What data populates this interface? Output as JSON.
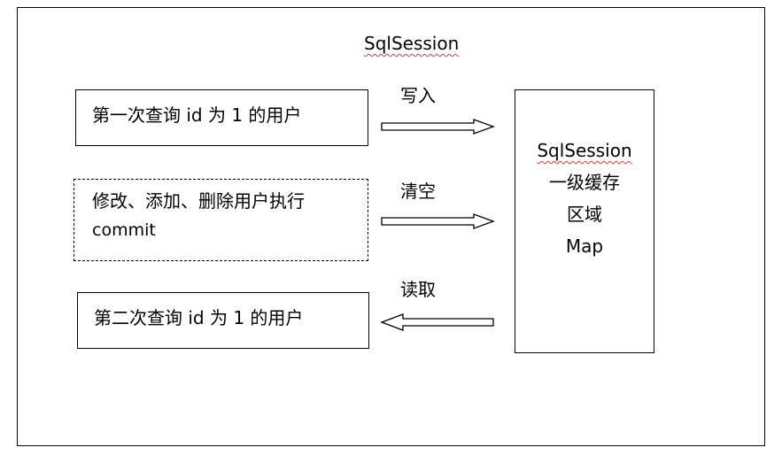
{
  "title": "SqlSession",
  "boxes": {
    "first_query": "第一次查询 id 为 1 的用户",
    "modify_line1": "修改、添加、删除用户执行",
    "modify_line2": "commit",
    "second_query": "第二次查询 id 为 1 的用户"
  },
  "cache": {
    "line1": "SqlSession",
    "line2": "一级缓存",
    "line3": "区域",
    "line4": "Map"
  },
  "arrows": {
    "write": "写入",
    "clear": "清空",
    "read": "读取"
  }
}
